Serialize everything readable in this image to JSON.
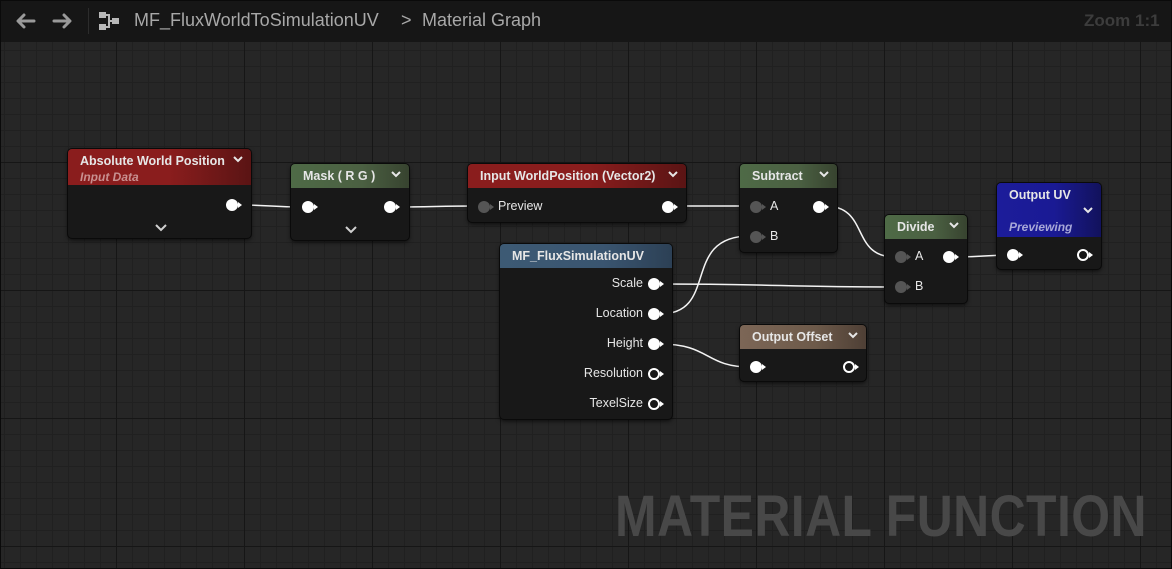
{
  "toolbar": {
    "back_icon": "arrow-left-icon",
    "forward_icon": "arrow-right-icon",
    "graph_icon": "node-graph-icon",
    "function_name": "MF_FluxWorldToSimulationUV",
    "separator": ">",
    "graph_name": "Material Graph",
    "zoom": "Zoom 1:1"
  },
  "nodes": {
    "abs_world_pos": {
      "title": "Absolute World Position",
      "subtitle": "Input Data"
    },
    "mask": {
      "title": "Mask ( R G )"
    },
    "input_worldpos": {
      "title": "Input WorldPosition (Vector2)",
      "pin_preview": "Preview"
    },
    "subtract": {
      "title": "Subtract",
      "pin_a": "A",
      "pin_b": "B"
    },
    "divide": {
      "title": "Divide",
      "pin_a": "A",
      "pin_b": "B"
    },
    "output_uv": {
      "title": "Output UV",
      "subtitle": "Previewing"
    },
    "flux_sim_uv": {
      "title": "MF_FluxSimulationUV",
      "pins": [
        "Scale",
        "Location",
        "Height",
        "Resolution",
        "TexelSize"
      ]
    },
    "output_offset": {
      "title": "Output Offset"
    }
  },
  "watermark": "MATERIAL FUNCTION",
  "colors": {
    "canvas": "#262626",
    "header_input": "#8a1d1d",
    "header_math": "#4e6a46",
    "header_function": "#3d5a74",
    "header_output_offset": "#7c6656",
    "header_output_uv": "#1c1c9a",
    "wire": "#ffffff"
  }
}
